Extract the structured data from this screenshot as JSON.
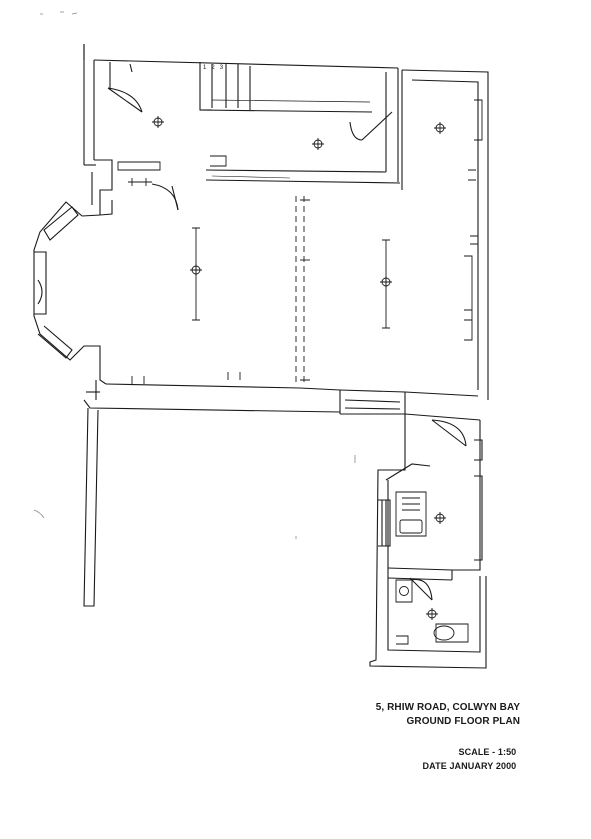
{
  "drawing": {
    "address": "5, RHIW ROAD, COLWYN BAY",
    "plan_title": "GROUND FLOOR PLAN",
    "scale": "SCALE - 1:50",
    "date": "DATE JANUARY 2000"
  },
  "stair": {
    "step_labels": [
      "1",
      "2",
      "3"
    ]
  },
  "colors": {
    "ink": "#1a1a1a",
    "paper": "#ffffff"
  }
}
